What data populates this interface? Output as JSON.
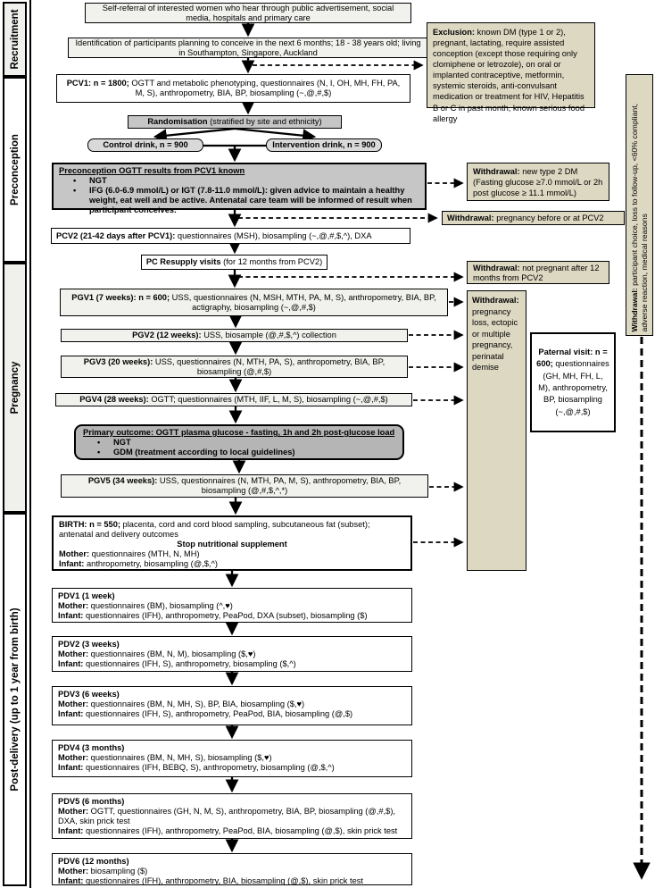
{
  "colors": {
    "beige": "#ddd8c2",
    "gray_dark": "#b5b5b5",
    "gray_mid": "#c6c6c6",
    "gray_light": "#f1f1ee"
  },
  "labels": {
    "mother": "Mother:",
    "infant": "Infant:"
  },
  "sidebar": {
    "sections": [
      {
        "label": "Recruitment"
      },
      {
        "label": "Preconception"
      },
      {
        "label": "Pregnancy"
      },
      {
        "label": "Post-delivery (up to 1 year from birth)"
      }
    ]
  },
  "flow": {
    "self_referral": {
      "text": "Self-referral of interested women who hear through public advertisement, social media, hospitals and primary care"
    },
    "identification": {
      "text": "Identification of participants planning to conceive in the next 6 months; 18 - 38 years old; living in Southampton, Singapore, Auckland"
    },
    "pcv1": {
      "prefix": "PCV1: n = 1800;",
      "text": " OGTT and metabolic phenotyping, questionnaires (N, I, OH, MH, FH, PA, M, S), anthropometry, BIA, BP, biosampling (~,@,#,$)"
    },
    "randomisation": {
      "prefix": "Randomisation",
      "text": " (stratified by site and ethnicity)"
    },
    "control": {
      "label": "Control drink, n = 900"
    },
    "intervention": {
      "label": "Intervention drink, n = 900"
    },
    "precon": {
      "heading": "Preconception OGTT results from PCV1 known",
      "bullet1": "NGT",
      "bullet2": "IFG (6.0-6.9 mmol/L) or IGT (7.8-11.0 mmol/L): given advice to maintain a healthy weight, eat well and be active. Antenatal care team will be informed of result when participant conceives."
    },
    "pcv2": {
      "prefix": "PCV2 (21-42 days after PCV1):",
      "text": " questionnaires (MSH), biosampling (~,@,#,$,^), DXA"
    },
    "resupply": {
      "prefix": "PC Resupply visits",
      "text": " (for 12 months from PCV2)"
    },
    "pgv1": {
      "prefix": "PGV1 (7 weeks): n = 600;",
      "text": " USS, questionnaires (N, MSH, MTH, PA, M, S), anthropometry, BIA, BP, actigraphy, biosampling (~,@,#,$)"
    },
    "pgv2": {
      "prefix": "PGV2 (12 weeks):",
      "text": " USS, biosample (@,#,$,^) collection"
    },
    "pgv3": {
      "prefix": "PGV3 (20 weeks):",
      "text": " USS, questionnaires (N, MTH, PA, S), anthropometry, BIA, BP, biosampling (@,#,$)"
    },
    "pgv4": {
      "prefix": "PGV4 (28 weeks):",
      "text": " OGTT; questionnaires (MTH, IIF, L, M, S), biosampling (~,@,#,$)"
    },
    "primary": {
      "heading": "Primary outcome: OGTT plasma glucose - fasting, 1h and 2h post-glucose load",
      "bullet1": "NGT",
      "bullet2": "GDM (treatment according to local guidelines)"
    },
    "pgv5": {
      "prefix": "PGV5 (34 weeks):",
      "text": " USS, questionnaires (N, MTH, PA, M, S), anthropometry, BIA, BP, biosampling (@,#,$,^,*)"
    },
    "birth": {
      "prefix": "BIRTH: n = 550;",
      "text": " placenta, cord and cord blood sampling, subcutaneous fat (subset); antenatal and delivery outcomes",
      "stop": "Stop nutritional supplement",
      "mother": " questionnaires (MTH, N, MH)",
      "infant": " anthropometry, biosampling (@,$,^)"
    },
    "pdv1": {
      "title": "PDV1 (1 week)",
      "mother": " questionnaires (BM), biosampling (^,♥)",
      "infant": " questionnaires (IFH), anthropometry, PeaPod, DXA (subset), biosampling ($)"
    },
    "pdv2": {
      "title": "PDV2 (3 weeks)",
      "mother": " questionnaires (BM, N, M), biosampling ($,♥)",
      "infant": " questionnaires (IFH, S), anthropometry, biosampling ($,^)"
    },
    "pdv3": {
      "title": "PDV3 (6 weeks)",
      "mother": " questionnaires (BM, N, MH, S), BP, BIA, biosampling ($,♥)",
      "infant": " questionnaires (IFH, S), anthropometry, PeaPod, BIA, biosampling (@,$)"
    },
    "pdv4": {
      "title": "PDV4 (3 months)",
      "mother": " questionnaires (BM, N, MH, S), biosampling ($,♥)",
      "infant": " questionnaires (IFH, BEBQ, S), anthropometry, biosampling (@,$,^)"
    },
    "pdv5": {
      "title": "PDV5 (6 months)",
      "mother": " OGTT, questionnaires (GH, N, M, S), anthropometry, BIA, BP, biosampling (@,#,$), DXA, skin prick test",
      "infant": " questionnaires (IFH), anthropometry, PeaPod, BIA, biosampling (@,$), skin prick test"
    },
    "pdv6": {
      "title": "PDV6 (12 months)",
      "mother": " biosampling ($)",
      "infant": " questionnaires (IFH), anthropometry, BIA, biosampling (@,$), skin prick test"
    }
  },
  "side": {
    "exclusion": {
      "prefix": "Exclusion:",
      "text": " known DM (type 1 or 2), pregnant, lactating, require assisted conception (except those requiring only clomiphene or letrozole), on oral or implanted contraceptive, metformin, systemic steroids, anti-convulsant medication or treatment for HIV, Hepatitis B or C in past month, known serious food allergy"
    },
    "w_dm": {
      "prefix": "Withdrawal:",
      "text": " new type 2 DM (Fasting glucose ≥7.0 mmol/L or 2h post glucose ≥ 11.1 mmol/L)"
    },
    "w_pcv2": {
      "prefix": "Withdrawal:",
      "text": " pregnancy before or at PCV2"
    },
    "w_12m": {
      "prefix": "Withdrawal:",
      "text": " not pregnant after 12 months from PCV2"
    },
    "w_loss": {
      "prefix": "Withdrawal:",
      "text": " pregnancy loss, ectopic or multiple pregnancy, perinatal demise"
    },
    "paternal": {
      "prefix": "Paternal visit: n = 600;",
      "text": " questionnaires (GH, MH, FH, L, M), anthropometry, BP, biosampling (~,@,#,$)"
    },
    "w_vert": {
      "prefix": "Withdrawal:",
      "text": " participant choice, loss to follow-up, <60% compliant, adverse reaction, medical reasons"
    }
  }
}
